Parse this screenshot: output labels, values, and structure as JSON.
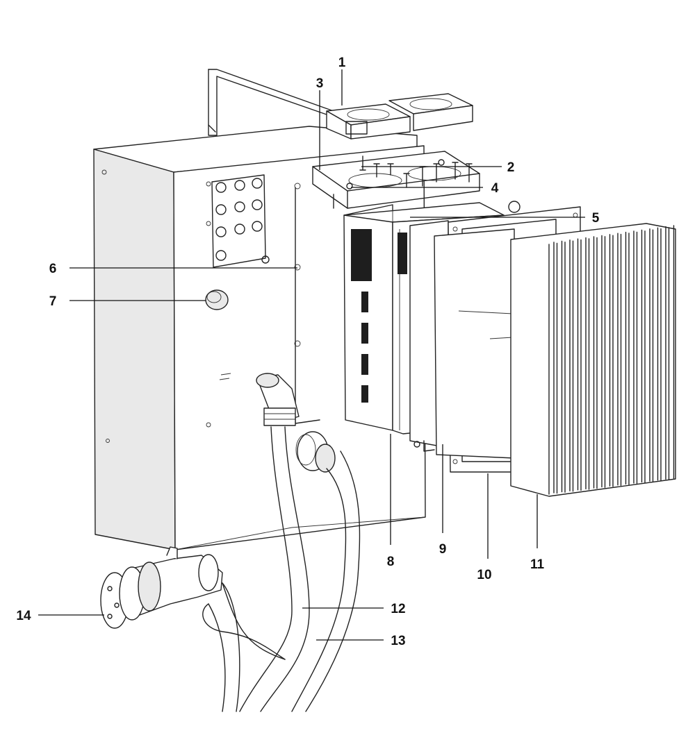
{
  "callouts": {
    "c1": "1",
    "c2": "2",
    "c3": "3",
    "c4": "4",
    "c5": "5",
    "c6": "6",
    "c7": "7",
    "c8": "8",
    "c9": "9",
    "c10": "10",
    "c11": "11",
    "c12": "12",
    "c13": "13",
    "c14": "14"
  },
  "colors": {
    "line": "#222222",
    "background": "#ffffff",
    "shade": "#e9e9e9"
  }
}
